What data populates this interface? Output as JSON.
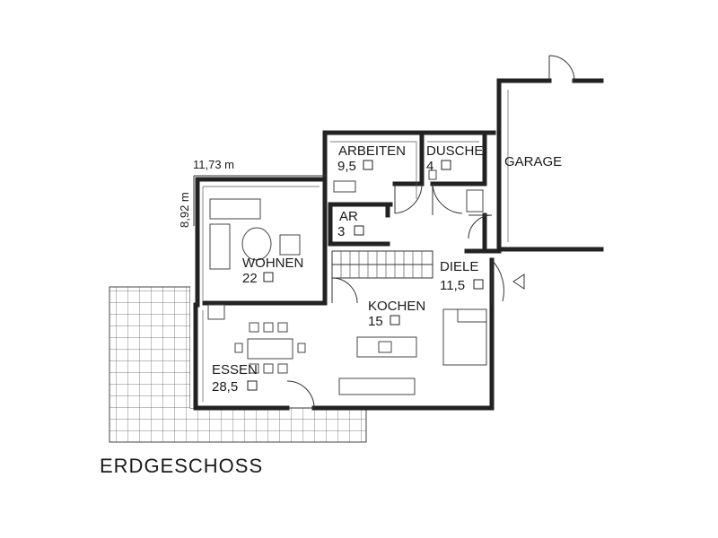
{
  "plan": {
    "title": "ERDGESCHOSS",
    "dimensions": {
      "width": "11,73 m",
      "depth": "8,92 m"
    },
    "rooms": [
      {
        "id": "arbeiten",
        "name": "ARBEITEN",
        "area": "9,5"
      },
      {
        "id": "dusche",
        "name": "DUSCHE",
        "area": "4"
      },
      {
        "id": "garage",
        "name": "GARAGE",
        "area": ""
      },
      {
        "id": "ar",
        "name": "AR",
        "area": "3"
      },
      {
        "id": "wohnen",
        "name": "WOHNEN",
        "area": "22"
      },
      {
        "id": "diele",
        "name": "DIELE",
        "area": "11,5"
      },
      {
        "id": "kochen",
        "name": "KOCHEN",
        "area": "15"
      },
      {
        "id": "essen",
        "name": "ESSEN",
        "area": "28,5"
      }
    ]
  }
}
